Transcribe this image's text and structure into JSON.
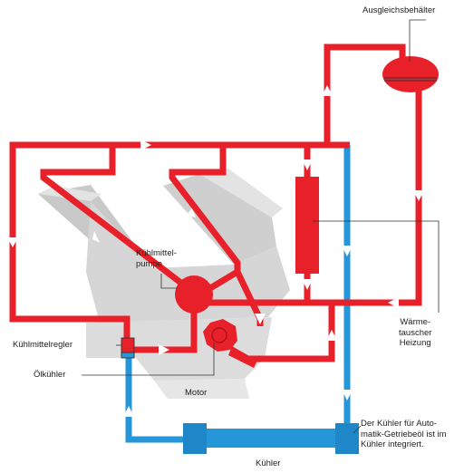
{
  "labels": {
    "expansion_tank": "Ausgleichsbehälter",
    "coolant_pump": "Kühlmittel-\npumpe",
    "heat_exchanger": "Wärme-\ntauscher\nHeizung",
    "coolant_regulator": "Kühlmittelregler",
    "oil_cooler": "Ölkühler",
    "engine": "Motor",
    "transmission_note": "Der Kühler für Auto-\nmatik-Getriebeöl ist im\nKühler integriert.",
    "radiator": "Kühler"
  },
  "colors": {
    "hot_coolant": "#e8202a",
    "cold_coolant": "#2596d8",
    "engine_block": "#d9d9d9",
    "flow_arrow": "#ffffff"
  }
}
